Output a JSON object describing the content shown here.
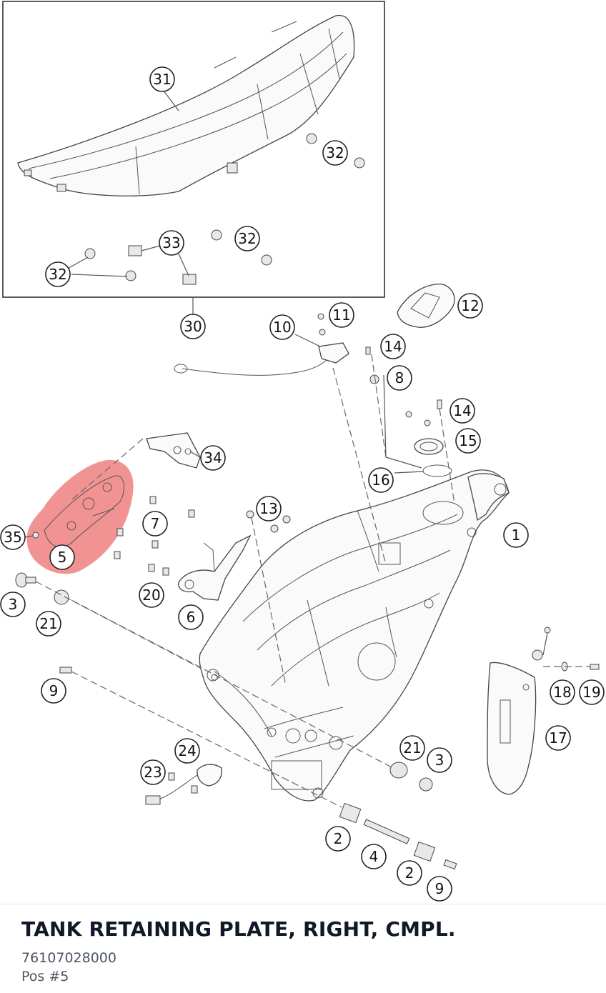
{
  "diagram": {
    "callouts": [
      "1",
      "2",
      "2",
      "3",
      "3",
      "4",
      "5",
      "6",
      "7",
      "8",
      "9",
      "9",
      "10",
      "11",
      "12",
      "13",
      "14",
      "14",
      "15",
      "16",
      "17",
      "18",
      "19",
      "20",
      "21",
      "21",
      "23",
      "24",
      "30",
      "31",
      "32",
      "32",
      "32",
      "33",
      "34",
      "35"
    ],
    "highlight_color": "#f08080"
  },
  "part": {
    "title": "TANK RETAINING PLATE, RIGHT, CMPL.",
    "number": "76107028000",
    "position": "Pos #5"
  }
}
